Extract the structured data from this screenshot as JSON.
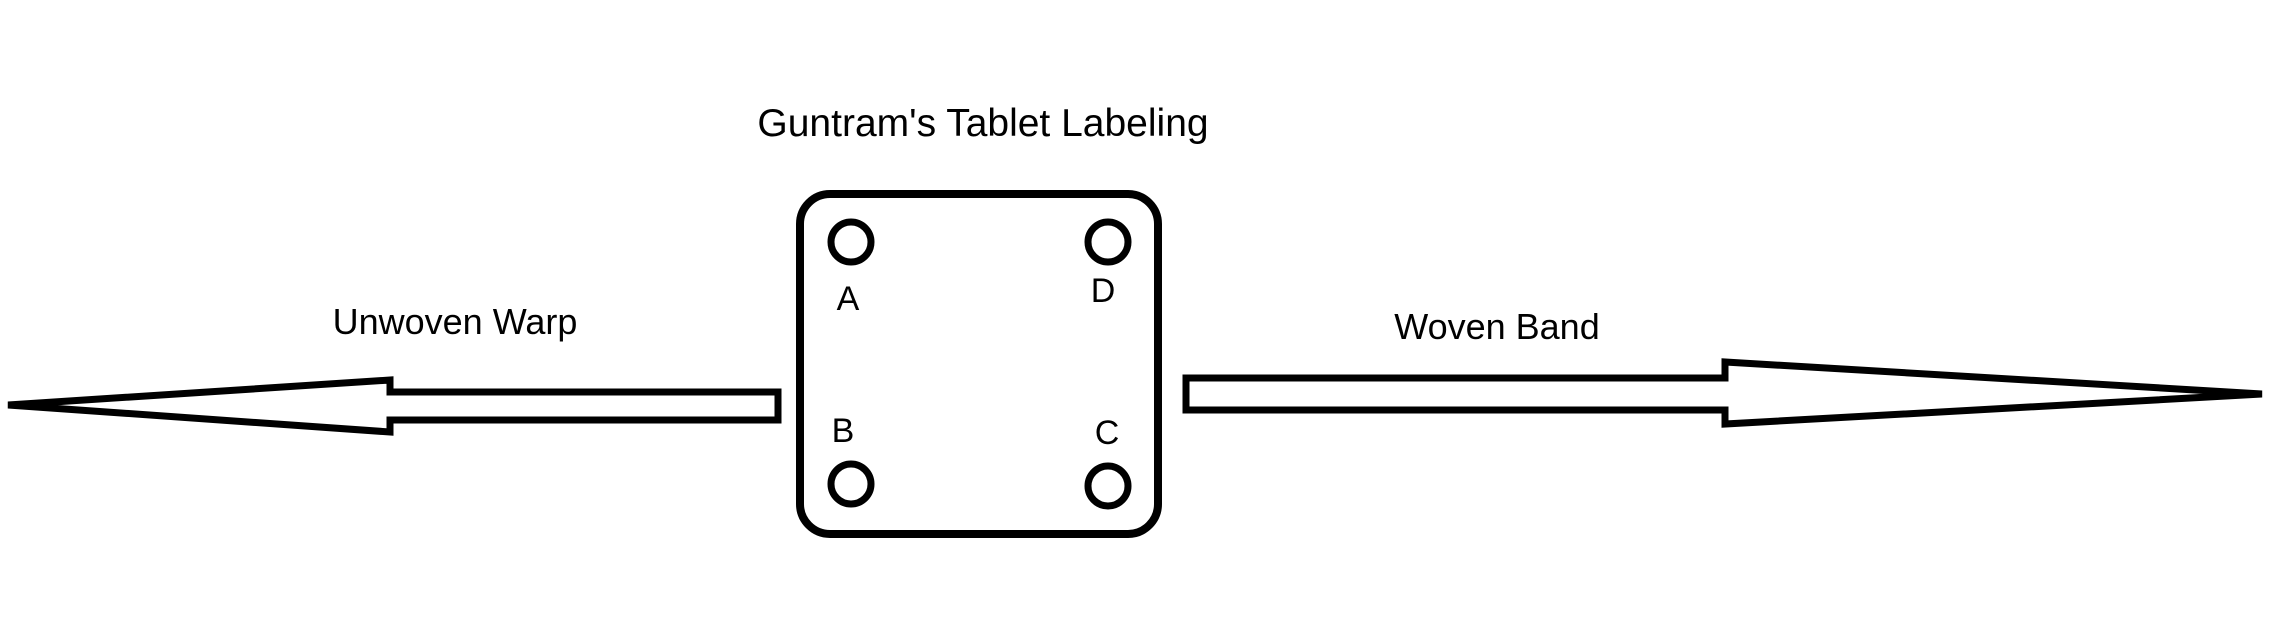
{
  "title": "Guntram's Tablet Labeling",
  "left_label": "Unwoven Warp",
  "right_label": "Woven Band",
  "holes": {
    "a": "A",
    "b": "B",
    "c": "C",
    "d": "D"
  },
  "colors": {
    "stroke": "#000000",
    "background": "#ffffff"
  }
}
